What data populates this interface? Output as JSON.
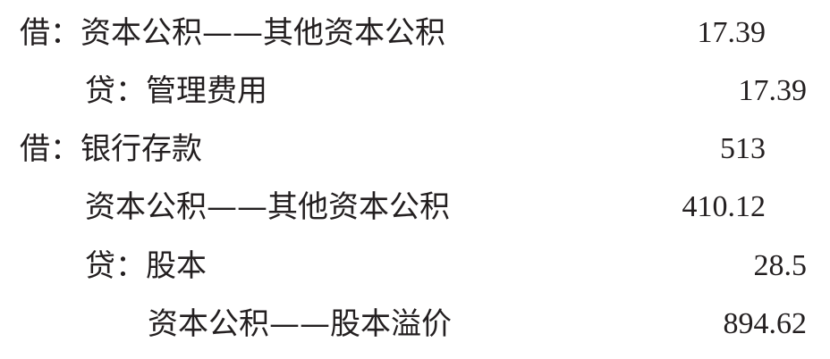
{
  "entries": [
    {
      "text": "借：资本公积——其他资本公积",
      "amount": "17.39"
    },
    {
      "text": "贷：管理费用",
      "amount": "17.39"
    },
    {
      "text": "借：银行存款",
      "amount": "513"
    },
    {
      "text": "资本公积——其他资本公积",
      "amount": "410.12"
    },
    {
      "text": "贷：股本",
      "amount": "28.5"
    },
    {
      "text": "资本公积——股本溢价",
      "amount": "894.62"
    }
  ]
}
